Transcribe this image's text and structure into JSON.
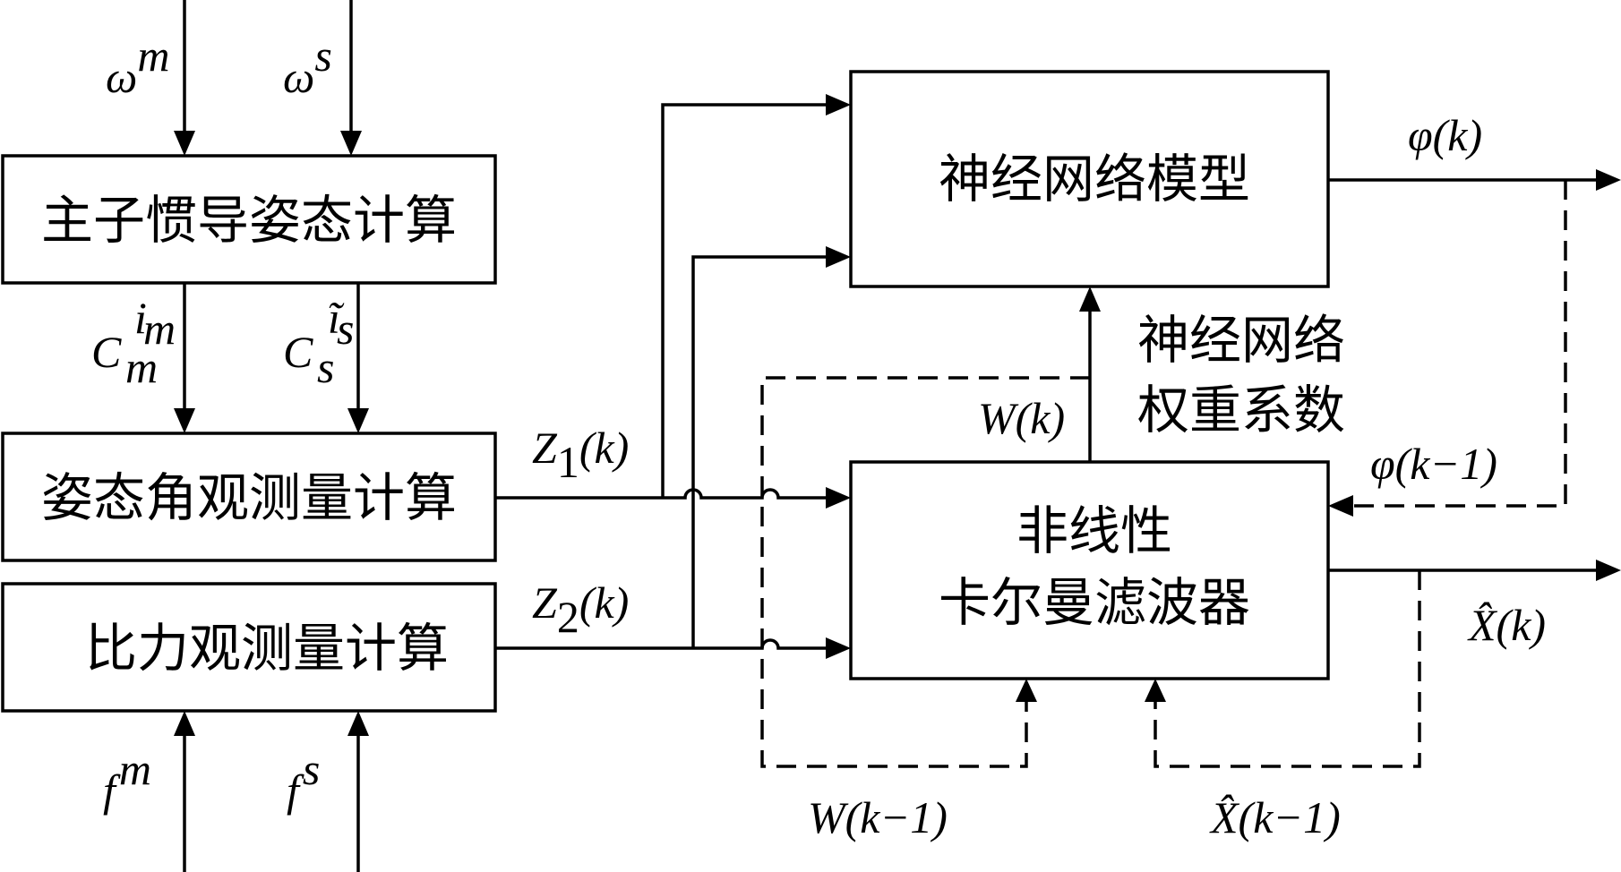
{
  "blocks": {
    "attitude_calc": "主子惯导姿态计算",
    "angle_obs": "姿态角观测量计算",
    "force_obs": "比力观测量计算",
    "nn_model": "神经网络模型",
    "filter_line1": "非线性",
    "filter_line2": "卡尔曼滤波器",
    "weight_line1": "神经网络",
    "weight_line2": "权重系数"
  },
  "signals": {
    "omega_m": {
      "base": "ω",
      "sup": "m"
    },
    "omega_s": {
      "base": "ω",
      "sup": "s"
    },
    "c_m": {
      "base": "C",
      "sub": "m",
      "sup": "i",
      "supsub": "m"
    },
    "c_s": {
      "base": "C",
      "sub": "s",
      "sup": "ĩ",
      "supsub": "s"
    },
    "z1": {
      "base": "Z",
      "sub": "1",
      "arg": "(k)"
    },
    "z2": {
      "base": "Z",
      "sub": "2",
      "arg": "(k)"
    },
    "f_m": {
      "base": "f",
      "sup": "m"
    },
    "f_s": {
      "base": "f",
      "sup": "s"
    },
    "phi_k": "φ(k)",
    "phi_k1": "φ(k−1)",
    "w_k": "W(k)",
    "w_k1": "W(k−1)",
    "xhat_k": "X̂(k)",
    "xhat_k1": "X̂(k−1)"
  }
}
